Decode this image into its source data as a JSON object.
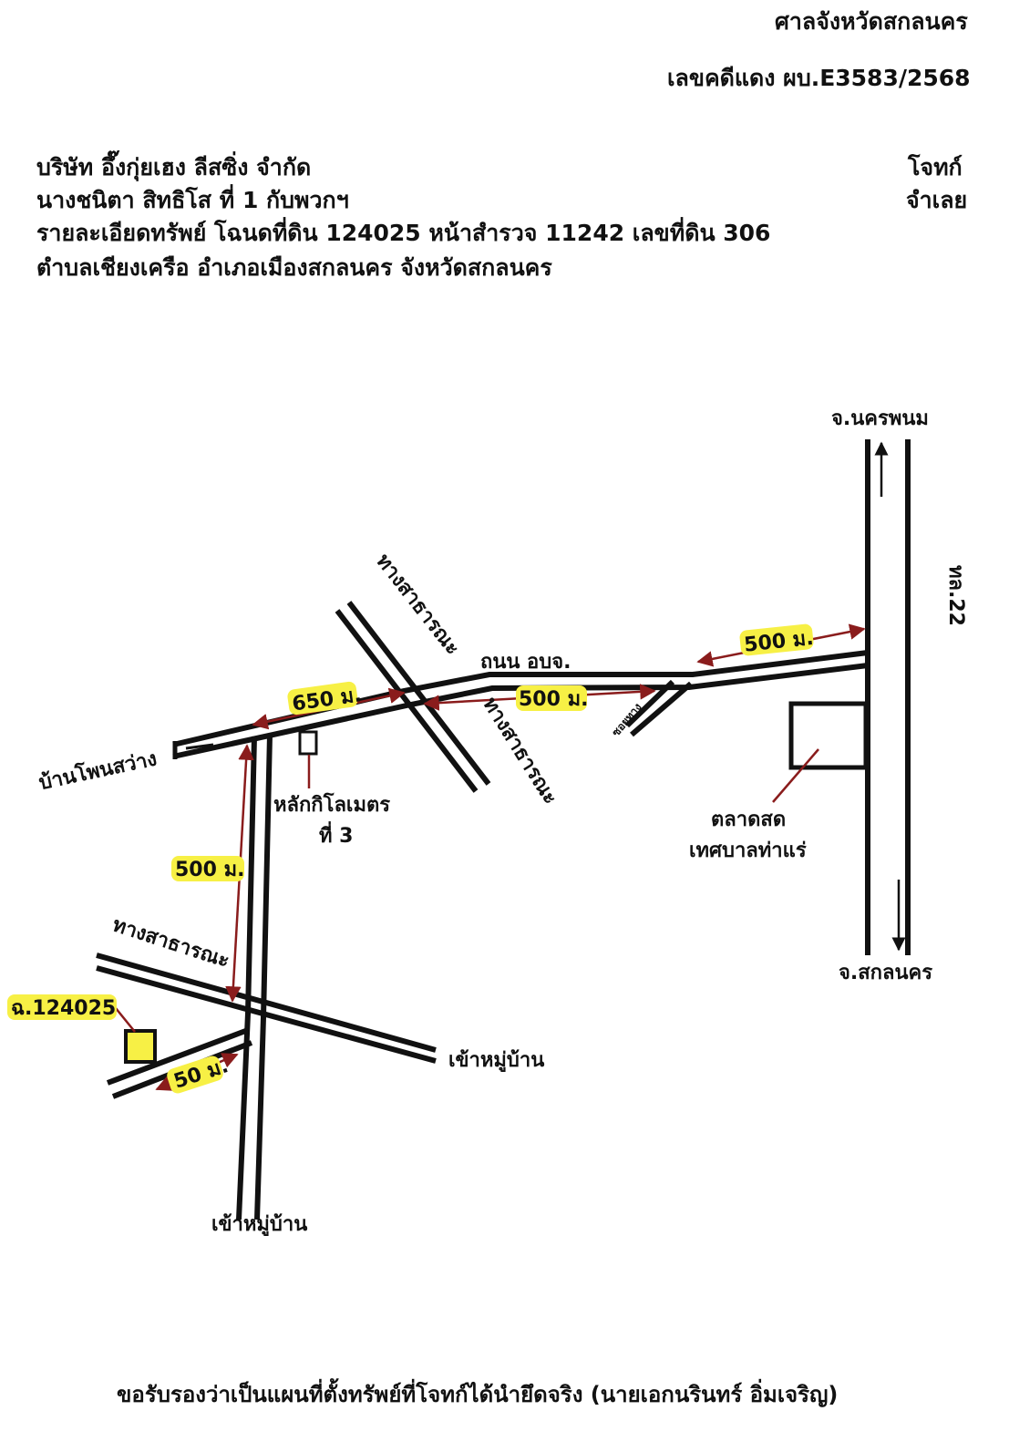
{
  "header": {
    "court": "ศาลจังหวัดสกลนคร",
    "case_no": "เลขคดีแดง ผบ.E3583/2568",
    "plaintiff_name": "บริษัท อึ๊งกุ่ยเฮง ลีสซิ่ง จำกัด",
    "defendant_name": "นางชนิตา สิทธิโส ที่ 1 กับพวกฯ",
    "plaintiff_role": "โจทก์",
    "defendant_role": "จำเลย",
    "property_detail": "รายละเอียดทรัพย์ โฉนดที่ดิน 124025 หน้าสำรวจ 11242 เลขที่ดิน 306",
    "location": "ตำบลเชียงเครือ อำเภอเมืองสกลนคร จังหวัดสกลนคร"
  },
  "map": {
    "labels": {
      "nakhon_phanom": "จ.นครพนม",
      "sakon_nakhon": "จ.สกลนคร",
      "highway": "ทล.22",
      "road_obj": "ถนน อบจ.",
      "public_way_1": "ทางสาธารณะ",
      "public_way_2": "ทางสาธารณะ",
      "public_way_3": "ทางสาธารณะ",
      "alley": "ซอยทาง",
      "ban_phon": "บ้านโพนสว่าง",
      "km_post_1": "หลักกิโลเมตร",
      "km_post_2": "ที่ 3",
      "market_1": "ตลาดสด",
      "market_2": "เทศบาลท่าแร่",
      "village_1": "เข้าหมู่บ้าน",
      "village_2": "เข้าหมู่บ้าน",
      "parcel": "ฉ.124025"
    },
    "distances": {
      "d_650": "650 ม.",
      "d_500_mid": "500 ม.",
      "d_500_right": "500 ม.",
      "d_500_vert": "500 ม.",
      "d_50": "50 ม."
    },
    "colors": {
      "road": "#111111",
      "dimension": "#8a1c1c",
      "highlight": "#f7f045",
      "parcel": "#f7f045"
    }
  },
  "footer": {
    "certification": "ขอรับรองว่าเป็นแผนที่ตั้งทรัพย์ที่โจทก์ได้นำยึดจริง (นายเอกนรินทร์ อิ่มเจริญ)"
  }
}
